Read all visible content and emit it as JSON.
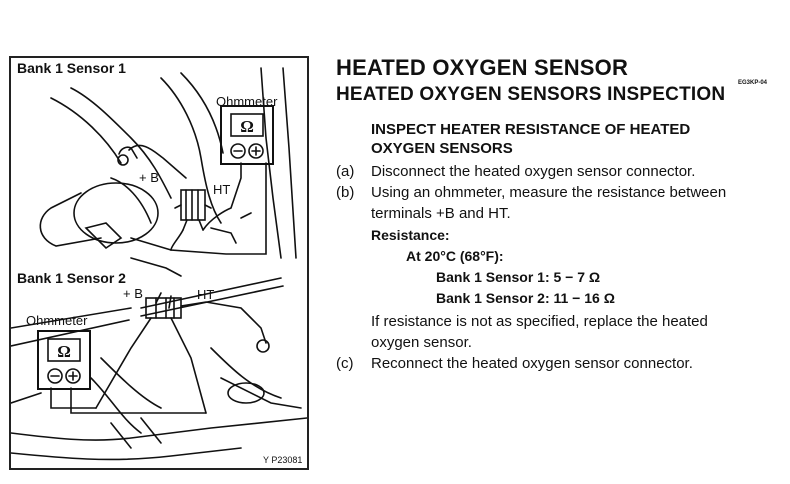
{
  "figure": {
    "label_top": "Bank 1 Sensor 1",
    "label_bottom": "Bank 1 Sensor 2",
    "ohmmeter_label": "Ohmmeter",
    "plus_b": "+ B",
    "ht": "HT",
    "omega": "Ω",
    "figure_code": "Y P23081"
  },
  "doc": {
    "title": "HEATED OXYGEN SENSOR",
    "subtitle": "HEATED OXYGEN SENSORS INSPECTION",
    "ref_code": "EG3KP-04",
    "section_heading_1": "INSPECT HEATER RESISTANCE OF HEATED",
    "section_heading_2": "OXYGEN SENSORS",
    "step_a_marker": "(a)",
    "step_a": "Disconnect the heated oxygen sensor connector.",
    "step_b_marker": "(b)",
    "step_b_1": "Using an ohmmeter, measure the resistance between",
    "step_b_2": "terminals +B and HT.",
    "resistance_label": "Resistance:",
    "at_temp": "At 20°C (68°F):",
    "sensor1_spec": "Bank 1 Sensor 1: 5 − 7 Ω",
    "sensor2_spec": "Bank 1 Sensor 2: 11 − 16 Ω",
    "note_1": "If resistance is not as specified, replace the heated",
    "note_2": "oxygen sensor.",
    "step_c_marker": "(c)",
    "step_c": "Reconnect the heated oxygen sensor connector."
  }
}
